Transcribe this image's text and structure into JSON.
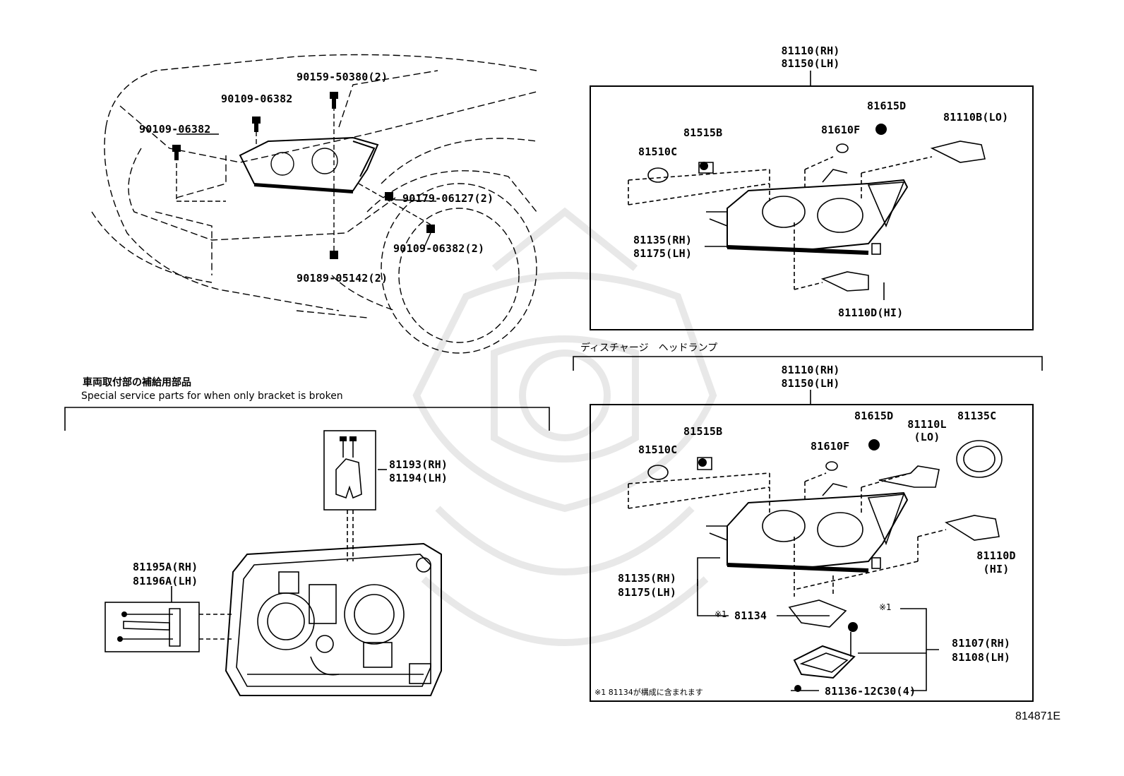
{
  "watermark": "samurai-helmet-watermark",
  "figure_code": "814871E",
  "car_view": {
    "labels": {
      "bolt_top": "90159-50380(2)",
      "screw_a": "90109-06382",
      "screw_b": "90109-06382",
      "clip": "90179-06127(2)",
      "screw_c": "90109-06382(2)",
      "bolt_bottom": "90189-05142(2)"
    }
  },
  "panel_halogen": {
    "assembly": [
      "81110(RH)",
      "81150(LH)"
    ],
    "parts": {
      "p81615d": "81615D",
      "p81610f": "81610F",
      "p81515b": "81515B",
      "p81510c": "81510C",
      "p81110b": "81110B(LO)",
      "housing": [
        "81135(RH)",
        "81175(LH)"
      ],
      "p81110d": "81110D(HI)"
    }
  },
  "discharge": {
    "title": "ディスチャージ　ヘッドランプ",
    "assembly": [
      "81110(RH)",
      "81150(LH)"
    ],
    "parts": {
      "p81615d": "81615D",
      "p81110l": [
        "81110L",
        "(LO)"
      ],
      "p81135c": "81135C",
      "p81515b": "81515B",
      "p81610f": "81610F",
      "p81510c": "81510C",
      "p81110d": [
        "81110D",
        "(HI)"
      ],
      "housing": [
        "81135(RH)",
        "81175(LH)"
      ],
      "gasket_mark": "※1",
      "gasket": "81134",
      "ballast_mark": "※1",
      "ballast": [
        "81107(RH)",
        "81108(LH)"
      ],
      "screw": "81136-12C30(4)"
    },
    "note": "※1  81134が構成に含まれます"
  },
  "bracket": {
    "title_jp": "車両取付部の補給用部品",
    "title_en": "Special service parts for when only bracket is broken",
    "parts": {
      "p81193": [
        "81193(RH)",
        "81194(LH)"
      ],
      "p81195": [
        "81195A(RH)",
        "81196A(LH)"
      ]
    }
  }
}
